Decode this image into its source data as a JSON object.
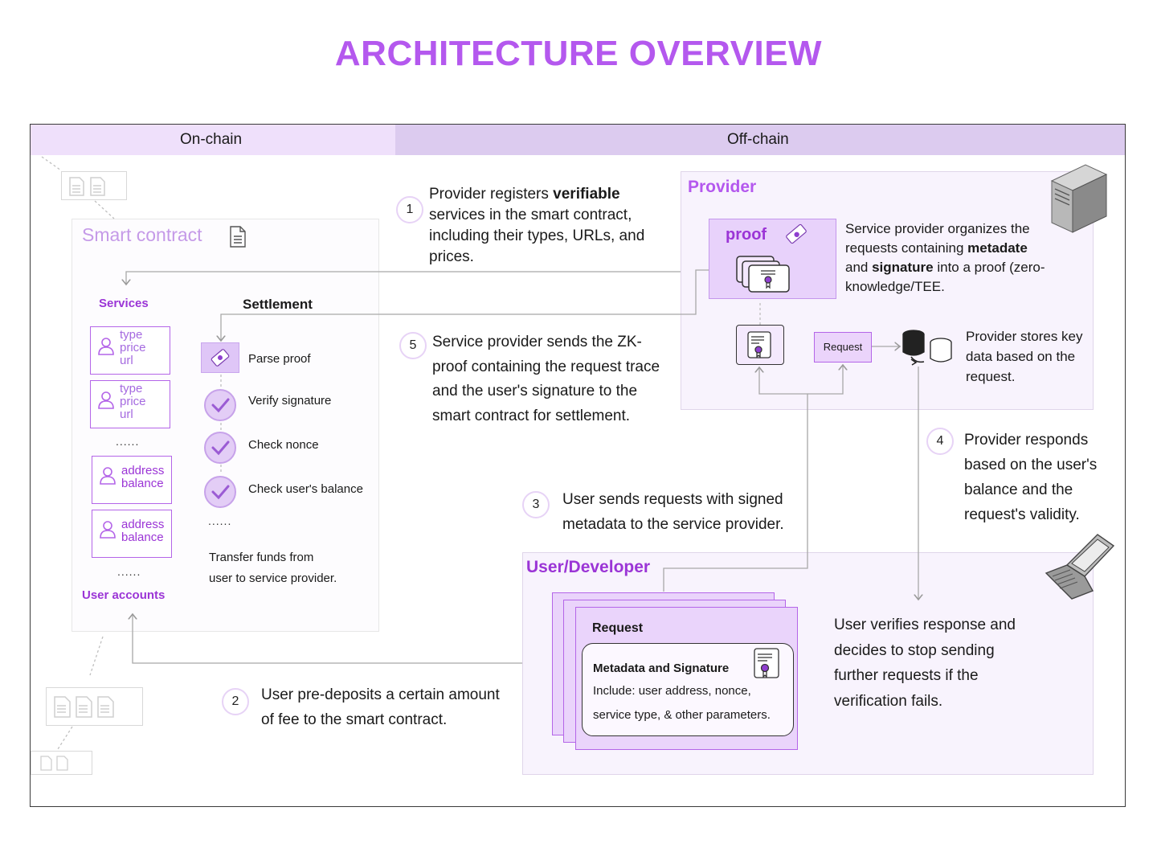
{
  "title": "ARCHITECTURE OVERVIEW",
  "header": {
    "on_chain": "On-chain",
    "off_chain": "Off-chain"
  },
  "smart_contract": {
    "title": "Smart contract",
    "services_label": "Services",
    "service_cards": [
      {
        "type": "type",
        "price": "price",
        "url": "url"
      },
      {
        "type": "type",
        "price": "price",
        "url": "url"
      }
    ],
    "services_ellipsis": "......",
    "account_cards": [
      {
        "address": "address",
        "balance": "balance"
      },
      {
        "address": "address",
        "balance": "balance"
      }
    ],
    "accounts_ellipsis": "......",
    "user_accounts_label": "User accounts",
    "settlement_label": "Settlement",
    "settlement_steps": [
      "Parse proof",
      "Verify signature",
      "Check nonce",
      "Check user's balance"
    ],
    "settlement_ellipsis": "......",
    "transfer_line1": "Transfer funds from",
    "transfer_line2": "user to service provider."
  },
  "steps": {
    "s1": {
      "num": "1",
      "lines": [
        "Provider registers ",
        "verifiable",
        "services in the smart contract,",
        "including their types, URLs, and",
        "prices."
      ]
    },
    "s2": {
      "num": "2",
      "lines": [
        "User pre-deposits a certain amount",
        "of fee to the smart contract."
      ]
    },
    "s3": {
      "num": "3",
      "lines": [
        "User sends requests with signed",
        "metadata to the service provider."
      ]
    },
    "s4": {
      "num": "4",
      "lines": [
        "Provider responds",
        "based on the user's",
        "balance and the",
        "request's validity."
      ]
    },
    "s5": {
      "num": "5",
      "lines": [
        "Service provider sends the ZK-",
        "proof containing the request trace",
        "and the user's signature to the",
        "smart contract for settlement."
      ]
    }
  },
  "provider": {
    "title": "Provider",
    "proof_label": "proof",
    "desc_parts": [
      "Service provider organizes the",
      "requests containing ",
      "metadate",
      "and ",
      "signature",
      " into a proof (zero-",
      "knowledge/TEE."
    ],
    "request_label": "Request",
    "store_lines": [
      "Provider stores key",
      "data based on the",
      "request."
    ]
  },
  "user": {
    "title": "User/Developer",
    "request_label": "Request",
    "meta_title": "Metadata and Signature",
    "meta_line1": "Include: user address, nonce,",
    "meta_line2": "service type, & other parameters.",
    "verify_lines": [
      "User verifies response and",
      "decides to stop sending",
      "further requests if the",
      "verification fails."
    ]
  },
  "colors": {
    "accent": "#b458ee",
    "accent_dark": "#9b35d6",
    "header_on": "#efe0fb",
    "header_off": "#dccbef"
  },
  "icons": [
    "document-icon",
    "person-icon",
    "check-icon",
    "scroll-icon",
    "certificate-icon",
    "server-icon",
    "database-icon",
    "laptop-icon"
  ]
}
